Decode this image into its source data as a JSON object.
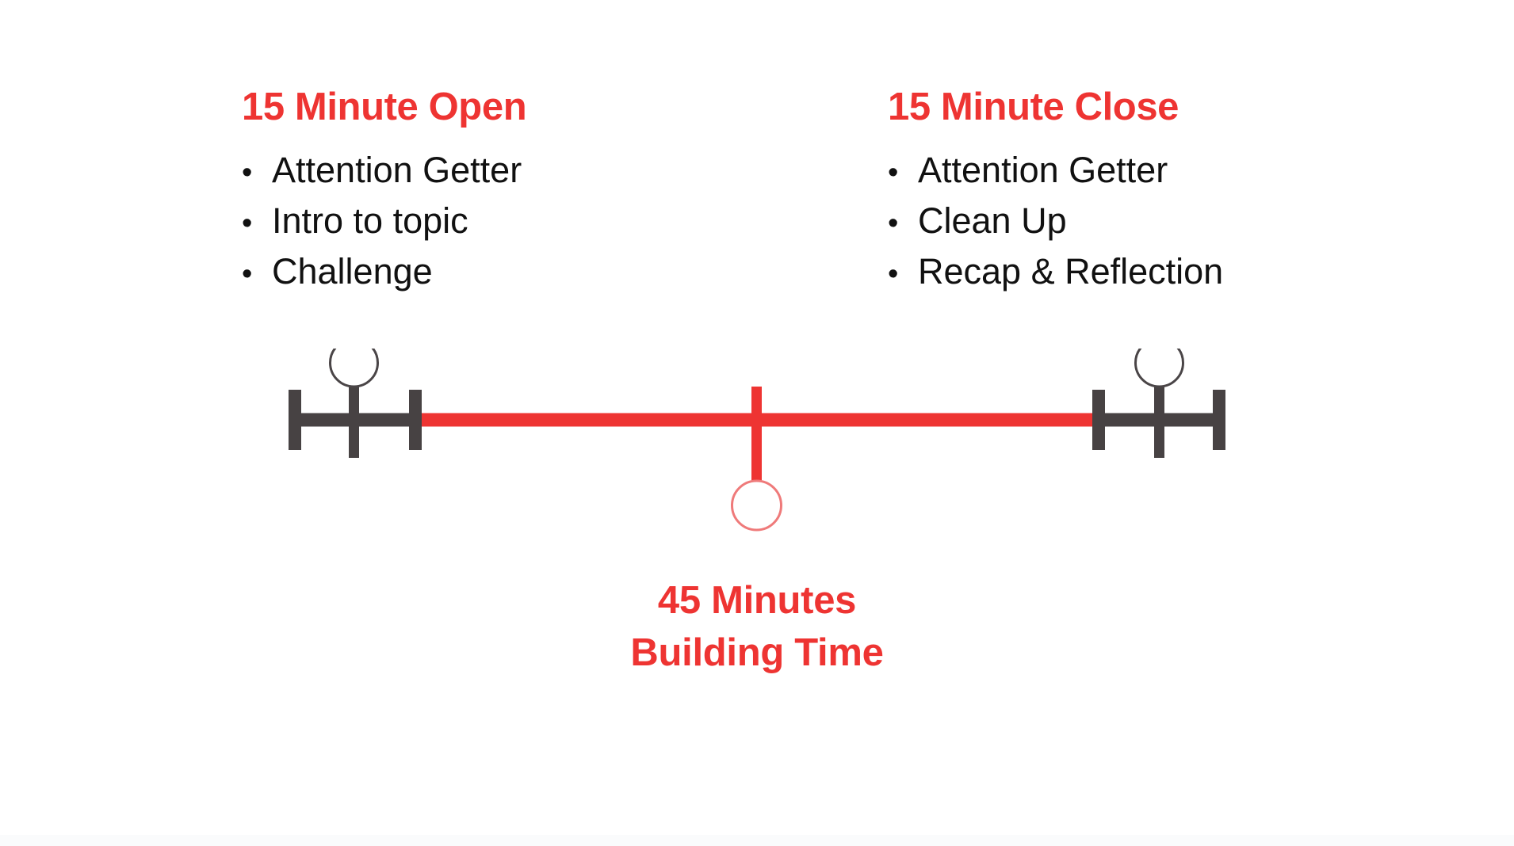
{
  "theme": {
    "background": "#ffffff",
    "accent_red": "#EE3432",
    "track_dark": "#474243",
    "circle_outline_dark": "#4a4547",
    "circle_outline_red": "#ef7a7a",
    "text_black": "#111111"
  },
  "columns": {
    "left": {
      "heading": "15 Minute Open",
      "bullet_glyph": "•",
      "items": [
        "Attention Getter",
        "Intro to topic",
        "Challenge"
      ]
    },
    "right": {
      "heading": "15 Minute Close",
      "bullet_glyph": "•",
      "items": [
        "Attention Getter",
        "Clean Up",
        "Recap & Reflection"
      ]
    }
  },
  "timeline": {
    "segments": [
      {
        "name": "open",
        "label": "15 Minute Open",
        "color": "#474243",
        "minutes": 15
      },
      {
        "name": "building",
        "label": "45 Minutes Building Time",
        "color": "#EE3432",
        "minutes": 45
      },
      {
        "name": "close",
        "label": "15 Minute Close",
        "color": "#474243",
        "minutes": 15
      }
    ],
    "handles": [
      {
        "name": "open-handle",
        "position": "left",
        "direction": "up",
        "color": "#4a4547"
      },
      {
        "name": "building-handle",
        "position": "center",
        "direction": "down",
        "color": "#ef7a7a"
      },
      {
        "name": "close-handle",
        "position": "right",
        "direction": "up",
        "color": "#4a4547"
      }
    ]
  },
  "caption": {
    "line1": "45 Minutes",
    "line2": "Building Time"
  }
}
